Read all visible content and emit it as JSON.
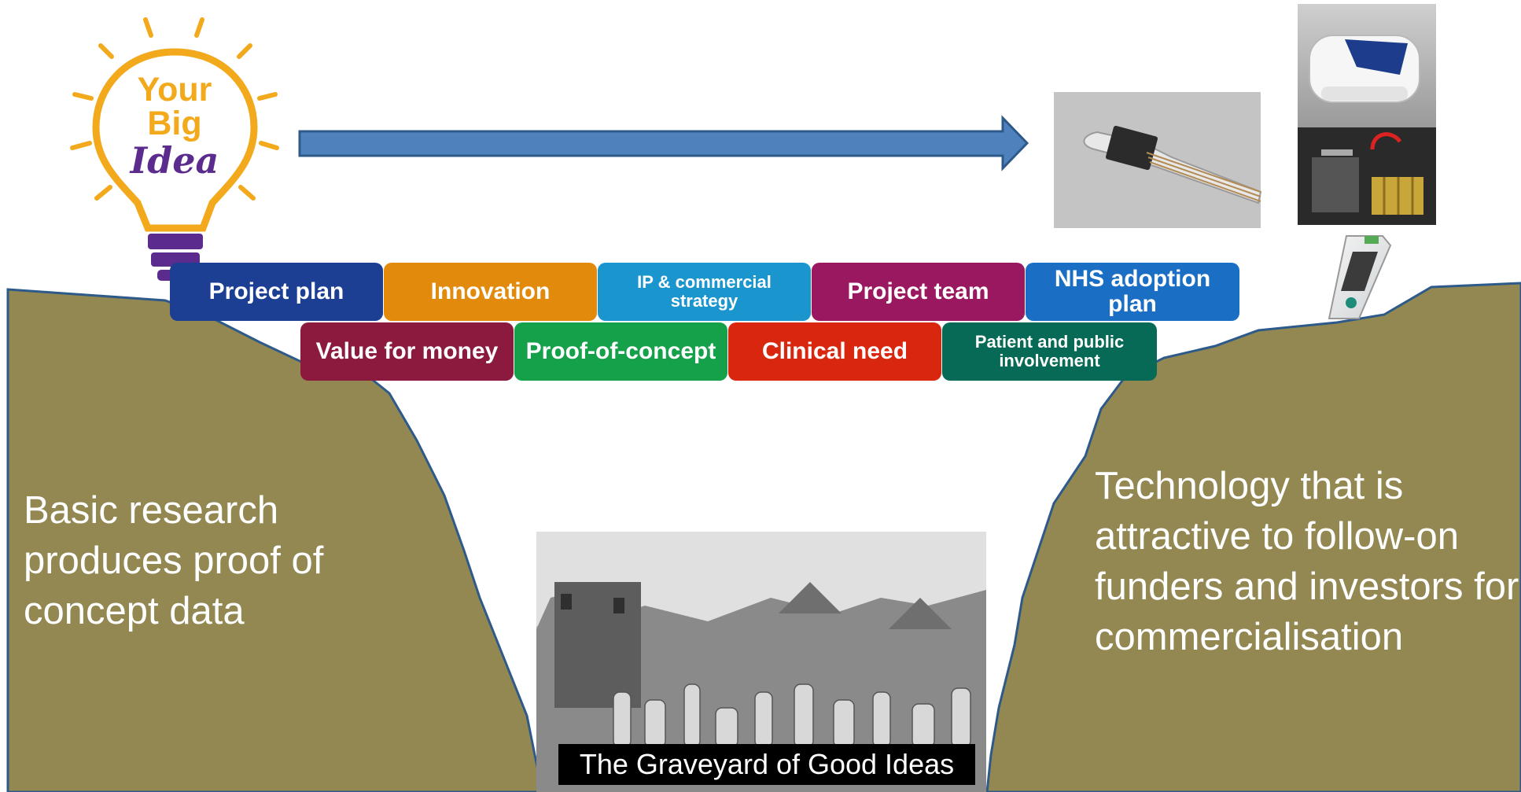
{
  "idea_logo": {
    "line1": "Your",
    "line2": "Big",
    "line3": "Idea"
  },
  "colors": {
    "ground": "#938852",
    "ground_outline": "#2e5a8a",
    "arrow_fill": "#4f81bd",
    "arrow_outline": "#2e5a8a",
    "bulb_yellow": "#f2a91c",
    "bulb_purple": "#5b2c8e"
  },
  "blocks_top": [
    {
      "label": "Project plan",
      "color": "#1c3f94"
    },
    {
      "label": "Innovation",
      "color": "#e28a0b"
    },
    {
      "label": "IP & commercial strategy",
      "color": "#1b95cd"
    },
    {
      "label": "Project team",
      "color": "#9a1860"
    },
    {
      "label": "NHS adoption plan",
      "color": "#1a6fc4"
    }
  ],
  "blocks_bottom": [
    {
      "label": "Value for money",
      "color": "#8b1a3e"
    },
    {
      "label": "Proof-of-concept",
      "color": "#15a04a"
    },
    {
      "label": "Clinical need",
      "color": "#d9260f"
    },
    {
      "label": "Patient and public involvement",
      "color": "#066a56"
    }
  ],
  "left_text": "Basic research produces proof of concept data",
  "right_text": "Technology that is attractive to follow-on funders and investors for commercialisation",
  "graveyard_caption": "The Graveyard of Good Ideas",
  "icons": {
    "bulb": "lightbulb-icon",
    "probe": "sensor-probe-image",
    "device_top": "diagnostic-device-image",
    "device_mid": "circuit-board-image",
    "device_bottom": "handheld-meter-image",
    "graveyard": "graveyard-photo"
  }
}
